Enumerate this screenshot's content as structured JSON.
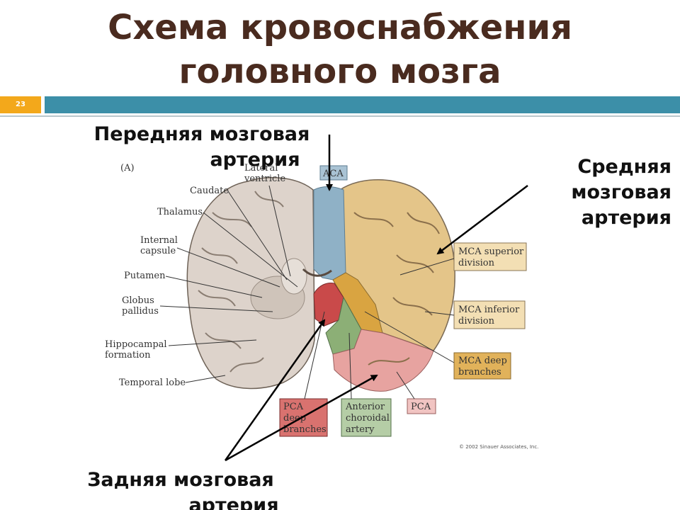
{
  "title_line1": "Схема кровоснабжения",
  "title_line2": "головного мозга",
  "slide_number": "23",
  "captions": {
    "aca": [
      "Передняя мозговая",
      "артерия"
    ],
    "mca": [
      "Средняя",
      "мозговая",
      "артерия"
    ],
    "pca": [
      "Задняя мозговая",
      "артерия"
    ]
  },
  "panel_letter": "(A)",
  "left_labels": {
    "lateral_ventricle": [
      "Lateral",
      "ventricle"
    ],
    "caudate": "Caudate",
    "thalamus": "Thalamus",
    "internal_capsule": [
      "Internal",
      "capsule"
    ],
    "putamen": "Putamen",
    "globus_pallidus": [
      "Globus",
      "pallidus"
    ],
    "hippocampal_formation": [
      "Hippocampal",
      "formation"
    ],
    "temporal_lobe": "Temporal lobe"
  },
  "territory_boxes": {
    "aca": "ACA",
    "mca_superior": [
      "MCA superior",
      "division"
    ],
    "mca_inferior": [
      "MCA inferior",
      "division"
    ],
    "mca_deep": [
      "MCA deep",
      "branches"
    ],
    "pca_deep": [
      "PCA",
      "deep",
      "branches"
    ],
    "anterior_choroidal": [
      "Anterior",
      "choroidal",
      "artery"
    ],
    "pca": "PCA"
  },
  "copyright": "© 2002 Sinauer Associates, Inc.",
  "colors": {
    "title": "#4a2b1f",
    "bar_orange": "#f3a81b",
    "bar_teal": "#3c8fa8",
    "aca_territory": "#8fb1c6",
    "mca_territory": "#e4c589",
    "mca_deep_territory": "#d9a441",
    "pca_deep_territory": "#c94a4a",
    "anterior_choroidal_territory": "#8caf76",
    "pca_territory": "#e7a3a0",
    "brain_tissue": "#ddd3cb"
  }
}
